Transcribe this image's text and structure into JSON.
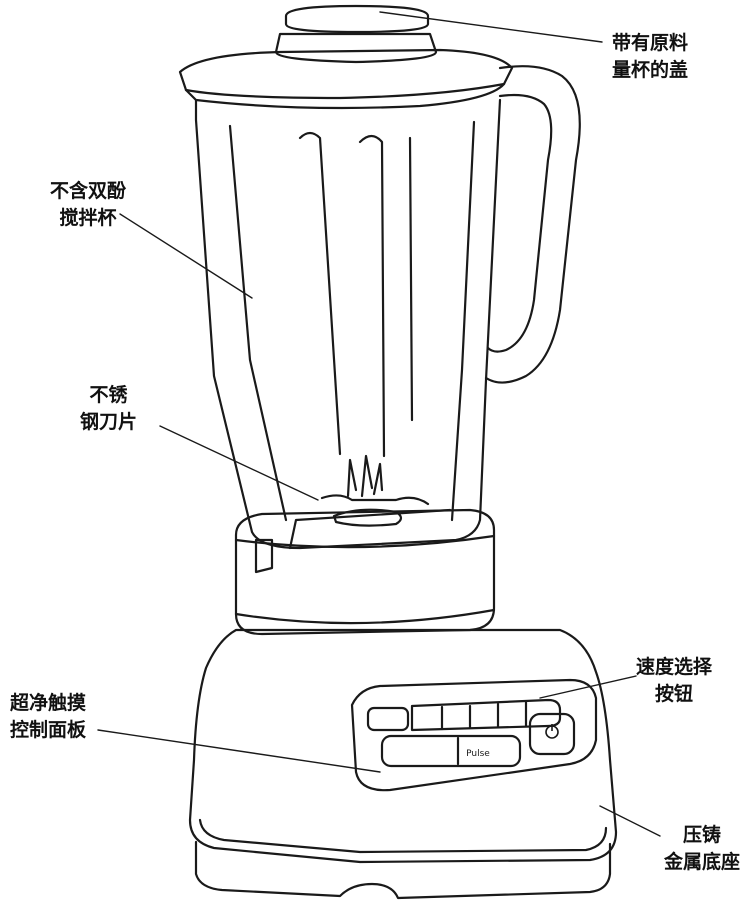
{
  "labels": {
    "lid": {
      "line1": "带有原料",
      "line2": "量杯的盖"
    },
    "jar": {
      "line1": "不含双酚",
      "line2": "搅拌杯"
    },
    "blade": {
      "line1": "不锈",
      "line2": "钢刀片"
    },
    "speed_buttons": {
      "line1": "速度选择",
      "line2": "按钮"
    },
    "touch_panel": {
      "line1": "超净触摸",
      "line2": "控制面板"
    },
    "base": {
      "line1": "压铸",
      "line2": "金属底座"
    }
  },
  "panel": {
    "pulse_label": "Pulse"
  },
  "colors": {
    "outline": "#1a1a1a",
    "background": "#ffffff"
  }
}
